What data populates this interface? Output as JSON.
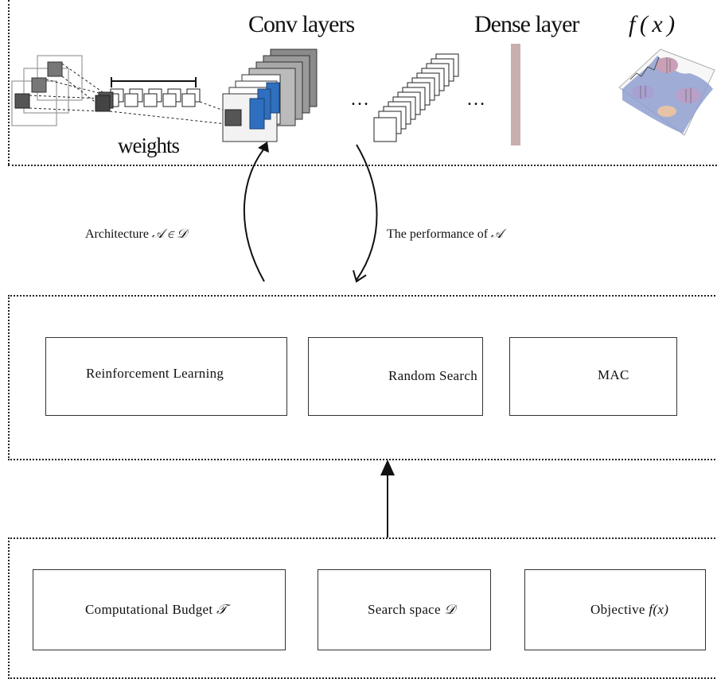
{
  "top_panel": {
    "conv_layers_label": "Conv layers",
    "dense_layer_label": "Dense layer",
    "fx_label": "f ( x )",
    "weights_label": "weights",
    "ellipsis_1": "…",
    "ellipsis_2": "…"
  },
  "arrows": {
    "architecture_label": "Architecture",
    "architecture_math": "𝒜 ∈ 𝒟",
    "performance_label": "The performance of",
    "performance_math": "𝒜"
  },
  "methods": [
    {
      "label": "Reinforcement Learning"
    },
    {
      "label": "Random Search"
    },
    {
      "label": "MAC"
    }
  ],
  "inputs": [
    {
      "label": "Computational Budget",
      "math": "𝒯"
    },
    {
      "label": "Search space",
      "math": "𝒟"
    },
    {
      "label": "Objective",
      "math": "f(x)"
    }
  ],
  "colors": {
    "dense_bar": "#c9aeb0",
    "conv_blue": "#2f6fbf",
    "conv_gray": "#8a8a8a"
  }
}
